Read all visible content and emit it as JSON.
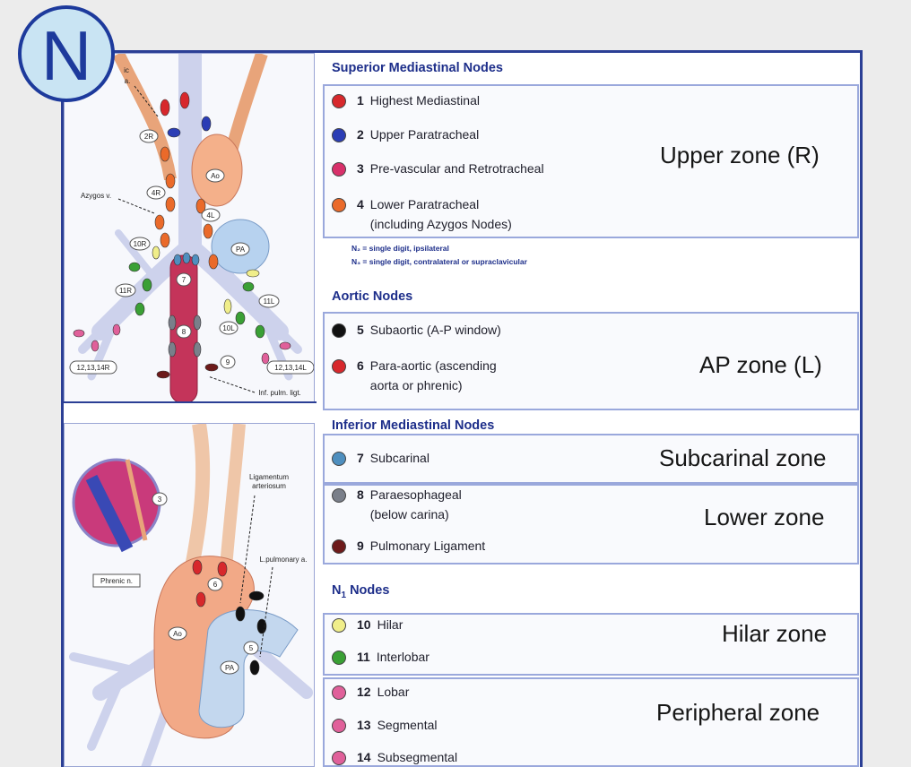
{
  "badge": {
    "letter": "N"
  },
  "sections": {
    "superior": "Superior Mediastinal Nodes",
    "aortic": "Aortic Nodes",
    "inferior": "Inferior Mediastinal Nodes",
    "n1_prefix": "N",
    "n1_sub": "1",
    "n1_suffix": " Nodes"
  },
  "nodes": [
    {
      "num": "1",
      "label": "Highest Mediastinal",
      "color": "#d7282c"
    },
    {
      "num": "2",
      "label": "Upper Paratracheal",
      "color": "#2b3db5"
    },
    {
      "num": "3",
      "label": "Pre-vascular and Retrotracheal",
      "color": "#d8306a"
    },
    {
      "num": "4",
      "label": "Lower Paratracheal",
      "label2": "(including Azygos Nodes)",
      "color": "#ea6a2a"
    },
    {
      "num": "5",
      "label": "Subaortic (A-P window)",
      "color": "#111111"
    },
    {
      "num": "6",
      "label": "Para-aortic (ascending",
      "label2": "aorta or phrenic)",
      "color": "#d7282c"
    },
    {
      "num": "7",
      "label": "Subcarinal",
      "color": "#4f8fbf"
    },
    {
      "num": "8",
      "label": "Paraesophageal",
      "label2": "(below carina)",
      "color": "#7a7f8a"
    },
    {
      "num": "9",
      "label": "Pulmonary Ligament",
      "color": "#6d1a1a"
    },
    {
      "num": "10",
      "label": "Hilar",
      "color": "#f0ee8a"
    },
    {
      "num": "11",
      "label": "Interlobar",
      "color": "#3aa035"
    },
    {
      "num": "12",
      "label": "Lobar",
      "color": "#e0609a"
    },
    {
      "num": "13",
      "label": "Segmental",
      "color": "#e0609a"
    },
    {
      "num": "14",
      "label": "Subsegmental",
      "color": "#e0609a"
    }
  ],
  "notes": {
    "n2": "N₂ = single digit, ipsilateral",
    "n3": "N₃ = single digit, contralateral or supraclavicular"
  },
  "zones": {
    "upper": "Upper zone (R)",
    "ap": "AP zone (L)",
    "subcarinal": "Subcarinal zone",
    "lower": "Lower zone",
    "hilar": "Hilar zone",
    "peripheral": "Peripheral zone"
  },
  "diagram_top": {
    "labels": {
      "ic": "ic",
      "a": "a.",
      "n2r": "2R",
      "ao": "Ao",
      "n4r": "4R",
      "azygos": "Azygos v.",
      "n4l": "4L",
      "n10r": "10R",
      "pa": "PA",
      "n7": "7",
      "n11r": "11R",
      "n11l": "11L",
      "n8": "8",
      "n10l": "10L",
      "n1214r": "12,13,14R",
      "n9": "9",
      "n1214l": "12,13,14L",
      "inf_pulm": "Inf. pulm. ligt."
    }
  },
  "diagram_bottom": {
    "labels": {
      "n3": "3",
      "lig1": "Ligamentum",
      "lig2": "arteriosum",
      "lpa": "L.pulmonary a.",
      "phrenic": "Phrenic n.",
      "n6": "6",
      "ao": "Ao",
      "n5": "5",
      "pa": "PA"
    }
  }
}
